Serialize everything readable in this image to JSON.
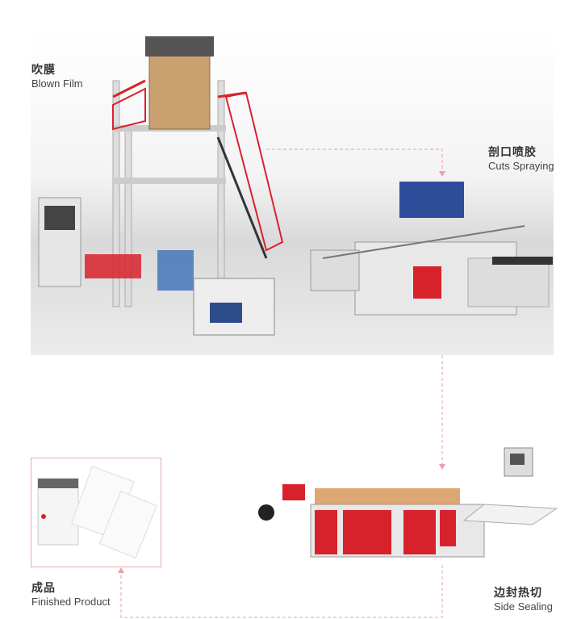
{
  "steps": [
    {
      "zh": "吹膜",
      "en": "Blown Film"
    },
    {
      "zh": "剖口喷胶",
      "en": "Cuts Spraying"
    },
    {
      "zh": "成品",
      "en": "Finished Product"
    },
    {
      "zh": "边封热切",
      "en": "Side Sealing"
    }
  ],
  "colors": {
    "arrow": "#e9a0a6",
    "machine_red": "#d8222b",
    "frame_border": "#e9a9ad"
  }
}
